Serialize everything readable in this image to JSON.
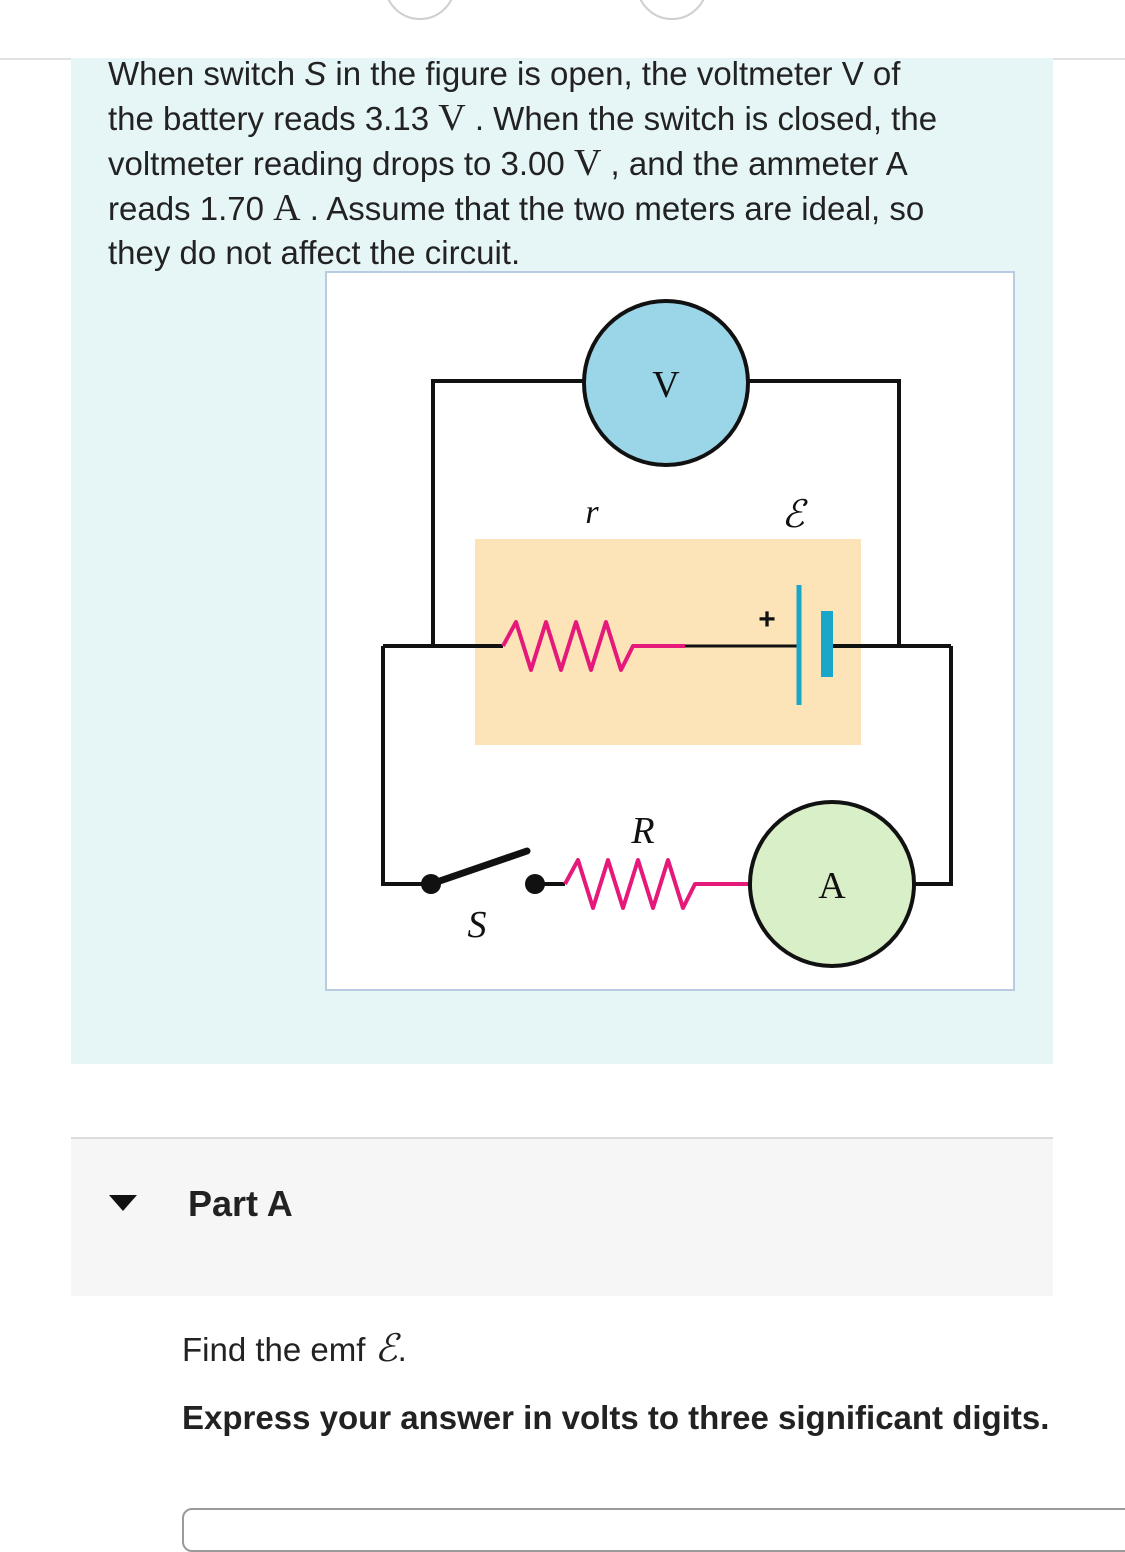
{
  "problem": {
    "line1_a": "When switch ",
    "line1_s": "S",
    "line1_b": " in the figure is open, the voltmeter V of",
    "line2_a": "the battery reads 3.13 ",
    "line2_unit": "V",
    "line2_b": " . When the switch is closed, the",
    "line3_a": "voltmeter reading drops to 3.00 ",
    "line3_unit": "V",
    "line3_b": " , and the ammeter A",
    "line4_a": "reads 1.70 ",
    "line4_unit": "A",
    "line4_b": " . Assume that the two meters are ideal, so",
    "line5": "they do not affect the circuit."
  },
  "figure": {
    "voltmeter_label": "V",
    "ammeter_label": "A",
    "internal_resistance_label": "r",
    "emf_label": "ℰ",
    "plus_label": "+",
    "load_resistor_label": "R",
    "switch_label": "S",
    "colors": {
      "voltmeter_fill": "#9bd6e8",
      "ammeter_fill": "#d9efc8",
      "battery_box": "#fde4b8",
      "resistor": "#e5197a",
      "battery_plate": "#1aa6c9",
      "wire": "#111111"
    }
  },
  "part": {
    "title": "Part A",
    "question_a": "Find the emf ",
    "question_symbol": "ℰ",
    "question_b": ".",
    "instructions": "Express your answer in volts to three significant digits."
  }
}
